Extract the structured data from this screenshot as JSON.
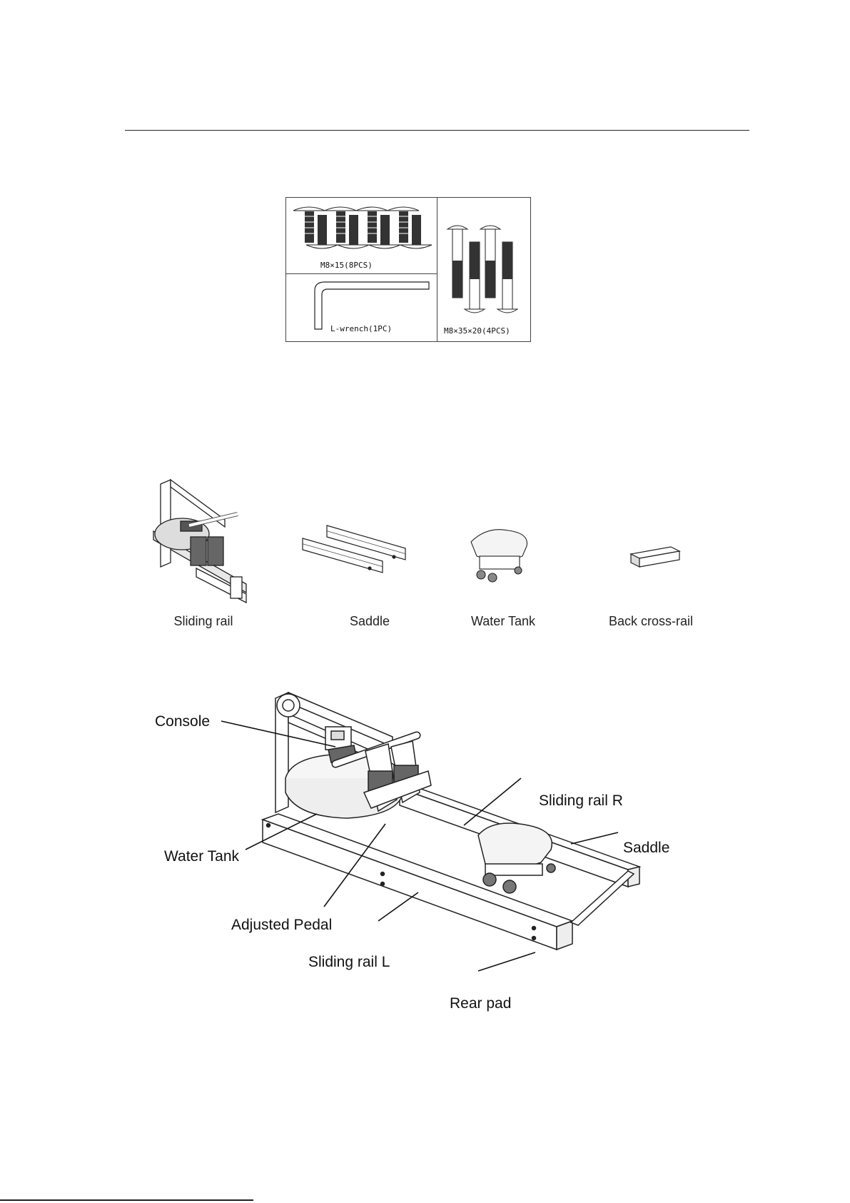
{
  "hardware": {
    "m8x15_caption": "M8×15(8PCS)",
    "wrench_caption": "L-wrench(1PC)",
    "m8x35_caption": "M8×35×20(4PCS)"
  },
  "parts": {
    "sliding_rail": "Sliding rail",
    "saddle": "Saddle",
    "water_tank": "Water Tank",
    "back_cross_rail": "Back  cross-rail"
  },
  "diagram": {
    "console": "Console",
    "sliding_rail_r": "Sliding rail R",
    "saddle": "Saddle",
    "water_tank": "Water Tank",
    "adjusted_pedal": "Adjusted Pedal",
    "sliding_rail_l": "Sliding rail L",
    "rear_pad": "Rear pad"
  }
}
